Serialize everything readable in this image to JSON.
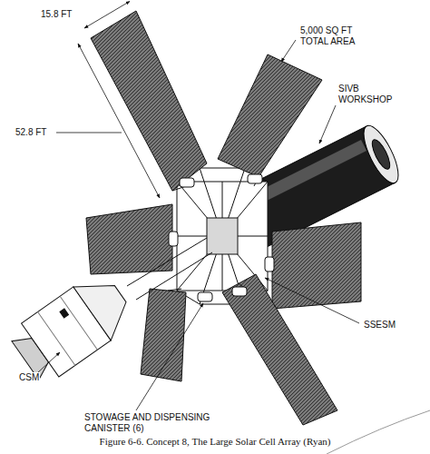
{
  "diagram": {
    "caption": "Figure 6-6. Concept 8, The Large Solar Cell Array (Ryan)",
    "labels": [
      "15.8 FT",
      "52.8 FT",
      "5,000 SQ FT TOTAL AREA",
      "SIVB WORKSHOP",
      "SSESM",
      "CSM",
      "STOWAGE AND DISPENSING CANISTER (6)"
    ]
  }
}
